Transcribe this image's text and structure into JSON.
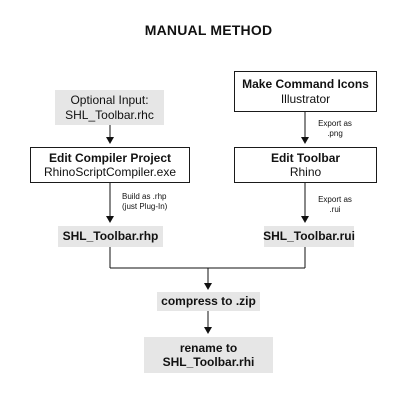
{
  "title": "MANUAL METHOD",
  "nodes": {
    "optional_input": {
      "line1": "Optional Input:",
      "line2": "SHL_Toolbar.rhc"
    },
    "edit_compiler": {
      "line1": "Edit Compiler Project",
      "line2": "RhinoScriptCompiler.exe"
    },
    "shl_rhp": {
      "line1": "SHL_Toolbar.rhp"
    },
    "make_icons": {
      "line1": "Make Command Icons",
      "line2": "Illustrator"
    },
    "edit_toolbar": {
      "line1": "Edit Toolbar",
      "line2": "Rhino"
    },
    "shl_rui": {
      "line1": "SHL_Toolbar.rui"
    },
    "compress": {
      "line1": "compress to .zip"
    },
    "rename": {
      "line1": "rename to",
      "line2": "SHL_Toolbar.rhi"
    }
  },
  "edge_labels": {
    "build_as": {
      "line1": "Build as .rhp",
      "line2": "(just Plug-In)"
    },
    "export_png": {
      "line1": "Export as",
      "line2": ".png"
    },
    "export_rui": {
      "line1": "Export as",
      "line2": ".rui"
    }
  }
}
